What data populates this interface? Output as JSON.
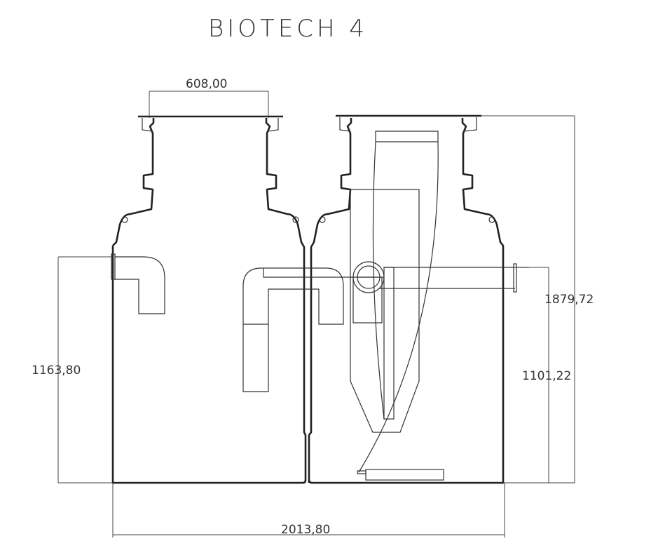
{
  "title": "BIOTECH 4",
  "dimensions": {
    "neck_width": "608,00",
    "inlet_height": "1163,80",
    "outlet_height": "1101,22",
    "total_height": "1879,72",
    "total_width": "2013,80"
  }
}
